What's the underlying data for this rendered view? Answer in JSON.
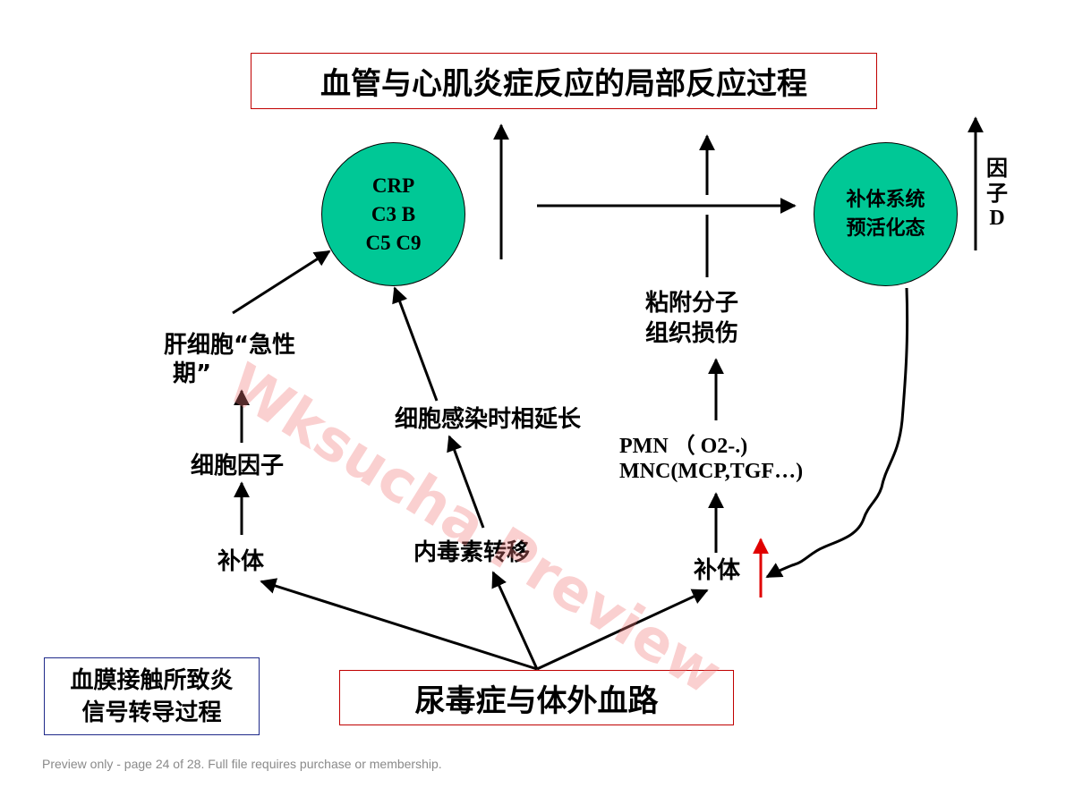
{
  "title": "血管与心肌炎症反应的局部反应过程",
  "bottom_box": "尿毒症与体外血路",
  "side_box": {
    "line1": "血膜接触所致炎",
    "line2": "信号转导过程"
  },
  "circle_left": {
    "line1": "CRP",
    "line2": "C3 B",
    "line3": "C5 C9"
  },
  "circle_right": {
    "line1": "补体系统",
    "line2": "预活化态"
  },
  "factor_d": {
    "line1": "因",
    "line2": "子",
    "line3": "D"
  },
  "labels": {
    "liver_line1": "肝细胞“急性",
    "liver_line2": "期”",
    "cytokine": "细胞因子",
    "complement_left": "补体",
    "endotoxin": "内毒素转移",
    "prolonged": "细胞感染时相延长",
    "adhesion_line1": "粘附分子",
    "adhesion_line2": "组织损伤",
    "pmn": "PMN （ O2-.)",
    "mnc": "MNC(MCP,TGF…)",
    "complement_right": "补体"
  },
  "watermark": "Wksucha Preview",
  "footer": "Preview only - page 24 of 28. Full file requires purchase or membership.",
  "colors": {
    "circle_fill": "#00c896",
    "box_border_red": "#c00000",
    "box_border_blue": "#1f2a8a",
    "up_arrow_red": "#e00000"
  }
}
